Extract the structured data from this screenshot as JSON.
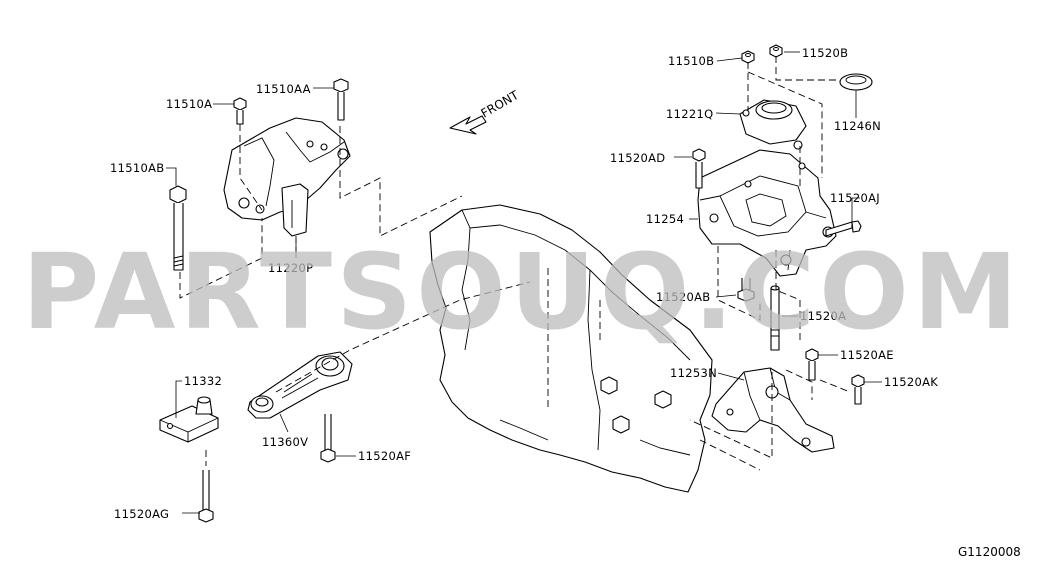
{
  "diagram": {
    "front_label": "FRONT",
    "watermark": "PARTSOUQ.COM",
    "diagram_code": "G1120008",
    "parts": {
      "p11510A": "11510A",
      "p11510AA": "11510AA",
      "p11510AB": "11510AB",
      "p11220P": "11220P",
      "p11332": "11332",
      "p11360V": "11360V",
      "p11520AF": "11520AF",
      "p11520AG": "11520AG",
      "p11510B": "11510B",
      "p11520B": "11520B",
      "p11221Q": "11221Q",
      "p11246N": "11246N",
      "p11520AD": "11520AD",
      "p11520AJ": "11520AJ",
      "p11254": "11254",
      "p11520AB": "11520AB",
      "p11520A": "11520A",
      "p11253N": "11253N",
      "p11520AE": "11520AE",
      "p11520AK": "11520AK"
    }
  }
}
